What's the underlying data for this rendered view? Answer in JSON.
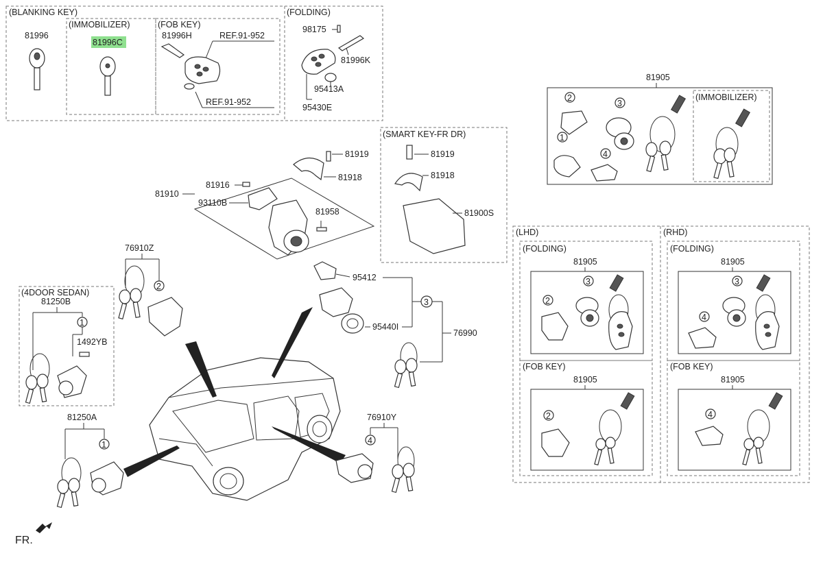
{
  "groups": {
    "blanking_key": "(BLANKING KEY)",
    "immobilizer": "(IMMOBILIZER)",
    "fob_key": "(FOB KEY)",
    "folding": "(FOLDING)",
    "smart_key": "(SMART KEY-FR DR)",
    "immobilizer_r": "(IMMOBILIZER)",
    "four_door": "(4DOOR SEDAN)",
    "lhd": "(LHD)",
    "rhd": "(RHD)",
    "lhd_folding": "(FOLDING)",
    "lhd_fob": "(FOB KEY)",
    "rhd_folding": "(FOLDING)",
    "rhd_fob": "(FOB KEY)"
  },
  "parts": {
    "p81996": "81996",
    "p81996C": "81996C",
    "p81996H": "81996H",
    "ref1": "REF.91-952",
    "ref2": "REF.91-952",
    "p98175": "98175",
    "p81996K": "81996K",
    "p95413A": "95413A",
    "p95430E": "95430E",
    "p81919a": "81919",
    "p81918a": "81918",
    "p81916": "81916",
    "p81910": "81910",
    "p93110B": "93110B",
    "p81958": "81958",
    "p81919b": "81919",
    "p81918b": "81918",
    "p81900S": "81900S",
    "p81905_top": "81905",
    "p76910Z": "76910Z",
    "p81250B": "81250B",
    "p1492YB": "1492YB",
    "p95412": "95412",
    "p95440I": "95440I",
    "p76990": "76990",
    "p81250A": "81250A",
    "p76910Y": "76910Y",
    "p81905_lf": "81905",
    "p81905_rf": "81905",
    "p81905_lk": "81905",
    "p81905_rk": "81905",
    "fr": "FR."
  },
  "callouts": {
    "c1": "1",
    "c2": "2",
    "c3": "3",
    "c4": "4"
  },
  "colors": {
    "highlight": "#8fe08f",
    "line": "#333333",
    "dashed_box": "#777777"
  }
}
